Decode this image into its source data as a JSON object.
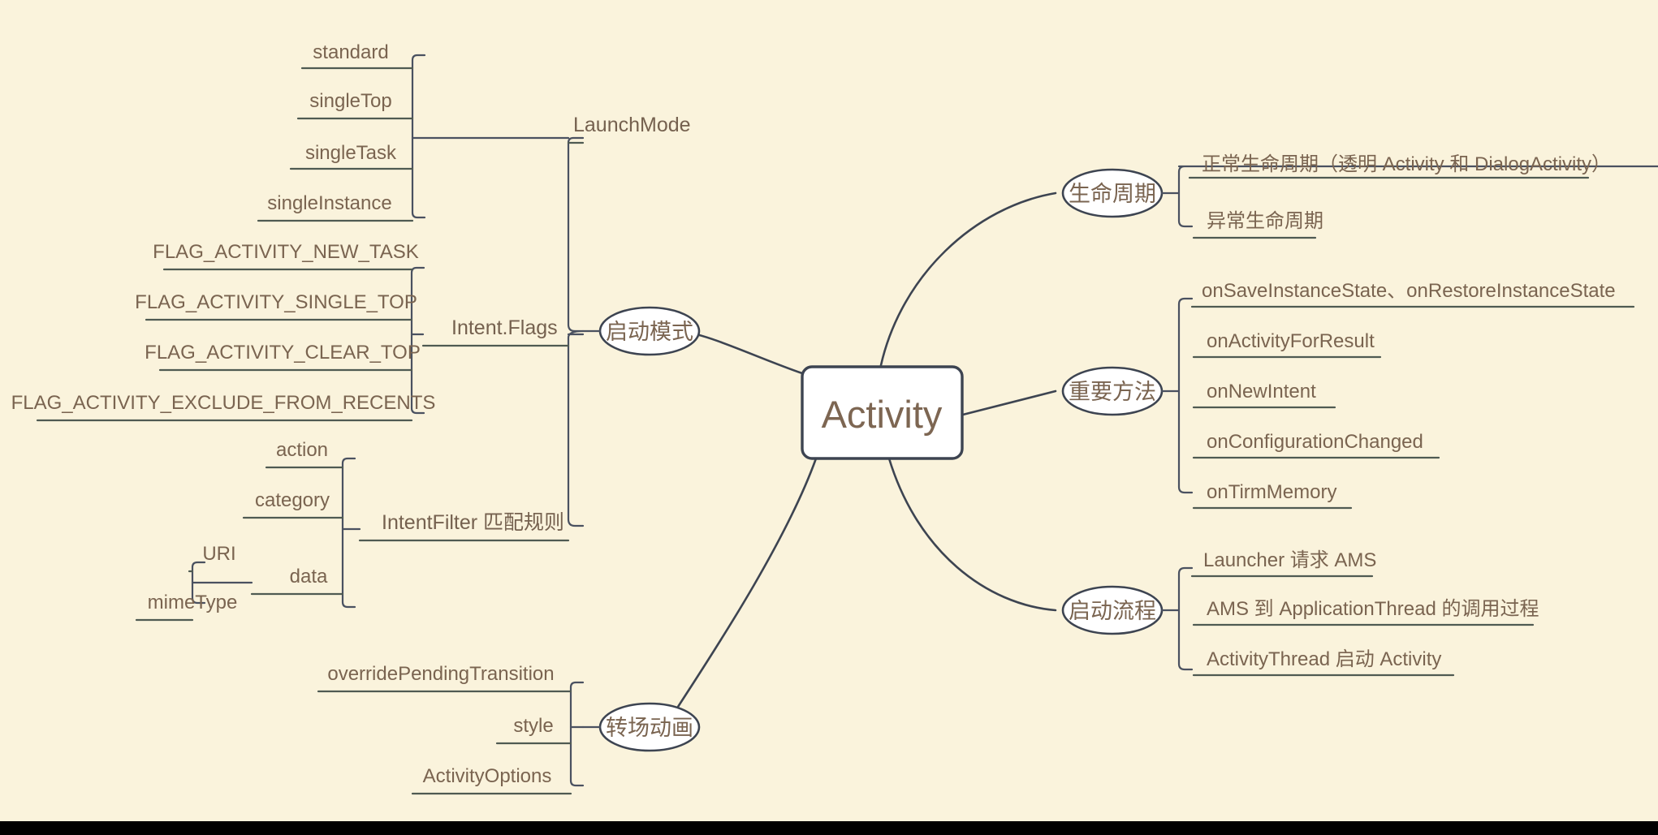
{
  "canvas": {
    "background_color": "#faf3dc",
    "line_color": "#3d4451",
    "text_color": "#7a6450",
    "bottom_bar_color": "#000000"
  },
  "root": {
    "label": "Activity"
  },
  "branches": {
    "launch_mode": {
      "label": "启动模式",
      "children": [
        {
          "label": "LaunchMode",
          "leaves": [
            "standard",
            "singleTop",
            "singleTask",
            "singleInstance"
          ]
        },
        {
          "label": "Intent.Flags",
          "leaves": [
            "FLAG_ACTIVITY_NEW_TASK",
            "FLAG_ACTIVITY_SINGLE_TOP",
            "FLAG_ACTIVITY_CLEAR_TOP",
            "FLAG_ACTIVITY_EXCLUDE_FROM_RECENTS"
          ]
        },
        {
          "label": "IntentFilter 匹配规则",
          "leaves": [
            "action",
            "category",
            "data"
          ],
          "sub": {
            "parent": "data",
            "leaves": [
              "URI",
              "mimeType"
            ]
          }
        }
      ]
    },
    "transition": {
      "label": "转场动画",
      "leaves": [
        "overridePendingTransition",
        "style",
        "ActivityOptions"
      ]
    },
    "lifecycle": {
      "label": "生命周期",
      "leaves": [
        "正常生命周期（透明 Activity 和 DialogActivity）",
        "异常生命周期"
      ]
    },
    "important_methods": {
      "label": "重要方法",
      "leaves": [
        "onSaveInstanceState、onRestoreInstanceState",
        "onActivityForResult",
        "onNewIntent",
        "onConfigurationChanged",
        "onTirmMemory"
      ]
    },
    "startup_flow": {
      "label": "启动流程",
      "leaves": [
        "Launcher 请求 AMS",
        "AMS 到 ApplicationThread 的调用过程",
        "ActivityThread 启动 Activity"
      ]
    }
  }
}
